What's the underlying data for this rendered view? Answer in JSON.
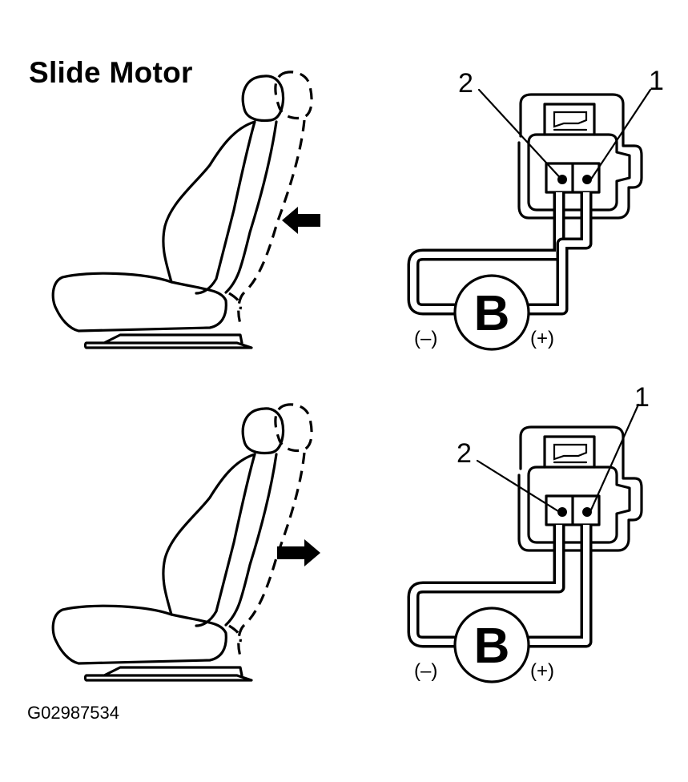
{
  "title": "Slide Motor",
  "figure_code": "G02987534",
  "panels": [
    {
      "id": "forward",
      "arrow": "left",
      "terminal_1_label": "1",
      "terminal_2_label": "2",
      "battery_label": "B",
      "negative_label": "(–)",
      "positive_label": "(+)"
    },
    {
      "id": "rearward",
      "arrow": "right",
      "terminal_1_label": "1",
      "terminal_2_label": "2",
      "battery_label": "B",
      "negative_label": "(–)",
      "positive_label": "(+)"
    }
  ]
}
